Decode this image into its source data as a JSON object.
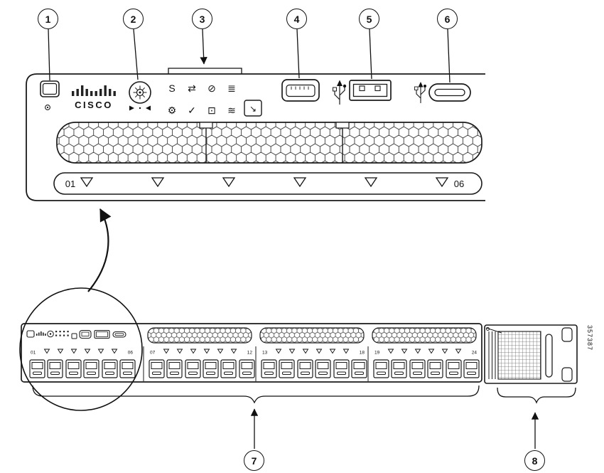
{
  "callouts": [
    "1",
    "2",
    "3",
    "4",
    "5",
    "6",
    "7",
    "8"
  ],
  "brand": {
    "logo_text": "CISCO"
  },
  "detail_panel": {
    "leds": {
      "row1": [
        {
          "name": "led-s-icon",
          "glyph": "S"
        },
        {
          "name": "led-arrows-icon",
          "glyph": "⇄"
        },
        {
          "name": "led-slashed-circle-icon",
          "glyph": "⊘"
        },
        {
          "name": "led-stack-icon",
          "glyph": "≣"
        }
      ],
      "row2": [
        {
          "name": "led-gear-icon",
          "glyph": "⚙"
        },
        {
          "name": "led-check-icon",
          "glyph": "✓"
        },
        {
          "name": "led-box-icon",
          "glyph": "⊡"
        },
        {
          "name": "led-fan-icon",
          "glyph": "≋"
        }
      ]
    },
    "console_box_glyph": "↘",
    "port_index": {
      "first": "01",
      "last": "06"
    }
  },
  "switch_front": {
    "port_groups": [
      {
        "first": "01",
        "last": "06"
      },
      {
        "first": "07",
        "last": "12"
      },
      {
        "first": "13",
        "last": "18"
      },
      {
        "first": "19",
        "last": "24"
      }
    ]
  },
  "figure_id": "357387",
  "colors": {
    "line": "#1a1a1a",
    "background": "#ffffff"
  }
}
